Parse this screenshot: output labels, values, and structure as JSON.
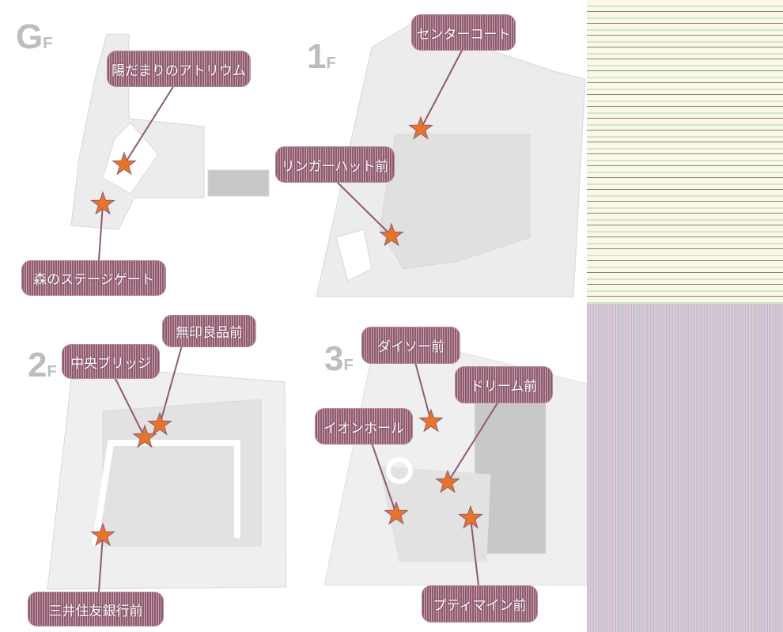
{
  "floors": [
    {
      "name": "G",
      "suffix": "F",
      "spots": [
        "陽だまりのアトリウム",
        "森のステージゲート"
      ]
    },
    {
      "name": "1",
      "suffix": "F",
      "spots": [
        "センターコート",
        "リンガーハット前"
      ]
    },
    {
      "name": "2",
      "suffix": "F",
      "spots": [
        "無印良品前",
        "中央ブリッジ",
        "三井住友銀行前"
      ]
    },
    {
      "name": "3",
      "suffix": "F",
      "spots": [
        "ダイソー前",
        "ドリーム前",
        "イオンホール",
        "プティマイン前"
      ]
    }
  ],
  "colors": {
    "label": "#8e5a6e",
    "star": "#e8742a",
    "map": "#eeeeee",
    "block": "#c8c8c8"
  },
  "icons": {
    "spot_marker": "star-icon"
  }
}
